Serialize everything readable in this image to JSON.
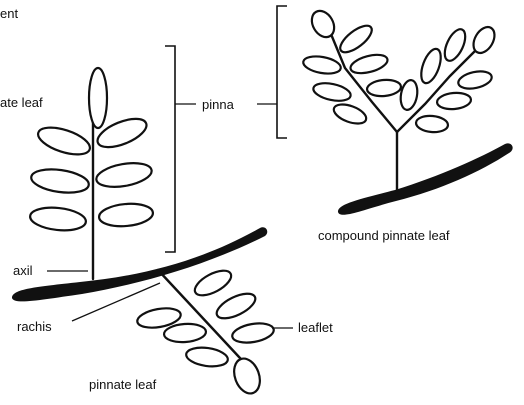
{
  "labels": {
    "top_left_fragment": "ent",
    "simple_fragment": "ate leaf",
    "pinna": "pinna",
    "compound": "compound pinnate leaf",
    "axil": "axil",
    "rachis": "rachis",
    "leaflet": "leaflet",
    "pinnate": "pinnate leaf"
  },
  "colors": {
    "ink": "#111111",
    "background": "#ffffff"
  }
}
